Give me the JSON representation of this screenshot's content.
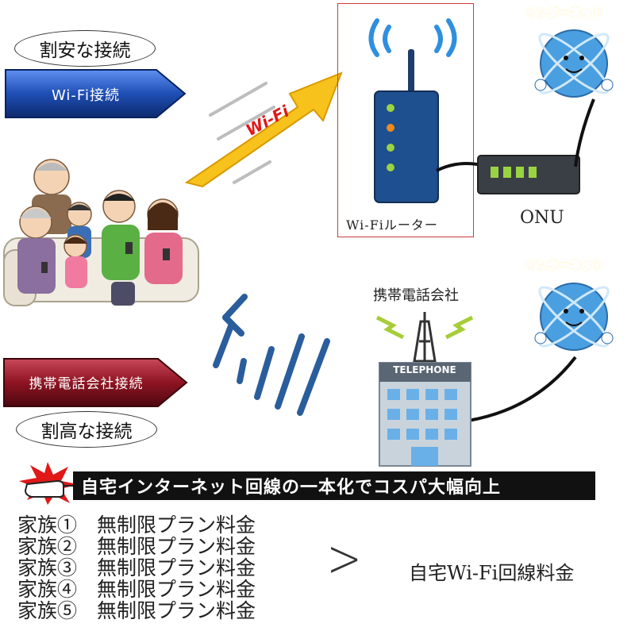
{
  "labels": {
    "cheap_oval": "割安な接続",
    "wifi_connection": "Wi-Fi接続",
    "carrier_connection": "携帯電話会社接続",
    "expensive_oval": "割高な接続",
    "wifi_arrow": "Wi-Fi",
    "router": "Wi-Fiルーター",
    "onu": "ONU",
    "internet_top": "インターネット",
    "internet_bottom": "インターネット",
    "carrier": "携帯電話会社",
    "telephone_sign": "TELEPHONE",
    "banner": "自宅インターネット回線の一本化でコスパ大幅向上",
    "comparison_symbol": ">",
    "home_wifi_fee": "自宅Wi-Fi回線料金"
  },
  "plans": [
    "家族①　無制限プラン料金",
    "家族②　無制限プラン料金",
    "家族③　無制限プラン料金",
    "家族④　無制限プラン料金",
    "家族⑤　無制限プラン料金"
  ],
  "colors": {
    "wifi_blue": "#1f4fb5",
    "carrier_red": "#8e1422",
    "router_blue": "#1e4f8e",
    "globe_blue": "#4a9fe0",
    "wifi_arrow_yellow": "#f7c21c",
    "banner_bg": "#111111"
  },
  "icons": [
    "wifi-signal-icon",
    "router-icon",
    "onu-icon",
    "internet-globe-icon",
    "antenna-icon",
    "telephone-building-icon",
    "pointing-hand-icon"
  ]
}
